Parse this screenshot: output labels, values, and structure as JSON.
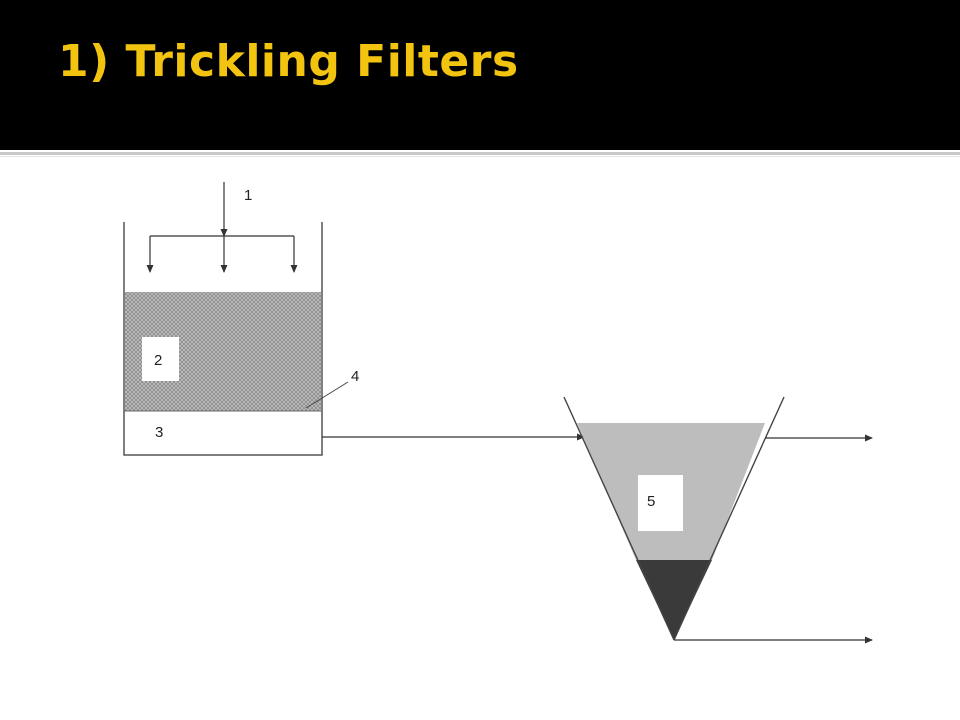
{
  "slide": {
    "title": "1) Trickling Filters"
  },
  "diagram": {
    "labels": {
      "inflow": "1",
      "filter_media": "2",
      "underdrain": "3",
      "media_boundary": "4",
      "settling_tank": "5"
    },
    "colors": {
      "header_bg": "#000000",
      "title": "#f2c40f",
      "media_fill": "#b3b3b3",
      "tank_liquid": "#bdbdbd",
      "sludge": "#3a3a3a",
      "line": "#555555"
    }
  }
}
